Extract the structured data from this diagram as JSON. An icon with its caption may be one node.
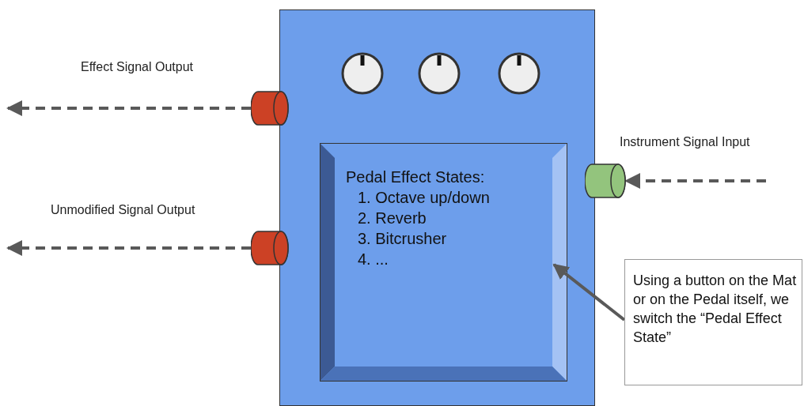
{
  "diagram": {
    "nodes": [
      {
        "text": [],
        "shape": "box"
      },
      {
        "text": [
          "Pedal Effect States:",
          "1. Octave up/down",
          "2. Reverb",
          "3. Bitcrusher",
          "4. ..."
        ],
        "in": 0
      },
      {
        "text": [],
        "shape": "cylinder"
      },
      {
        "text": [],
        "shape": "cylinder"
      },
      {
        "text": [],
        "shape": "cylinder",
        "beside": [
          "Instrument Signal Input"
        ]
      },
      {
        "text": [
          "Using a button on the Mat or on the Pedal itself, we switch the “Pedal Effect State”"
        ]
      }
    ],
    "edges": [
      {
        "from": 2,
        "to": null,
        "arrow": "to",
        "style": "dashed"
      },
      {
        "from": 3,
        "to": null,
        "arrow": "to",
        "style": "dashed"
      },
      {
        "from": null,
        "to": 4,
        "arrow": "to",
        "style": "dashed"
      },
      {
        "from": 5,
        "to": 1,
        "arrow": "to"
      }
    ],
    "labels": [
      "Effect Signal Output",
      "Unmodified Signal Output"
    ]
  }
}
